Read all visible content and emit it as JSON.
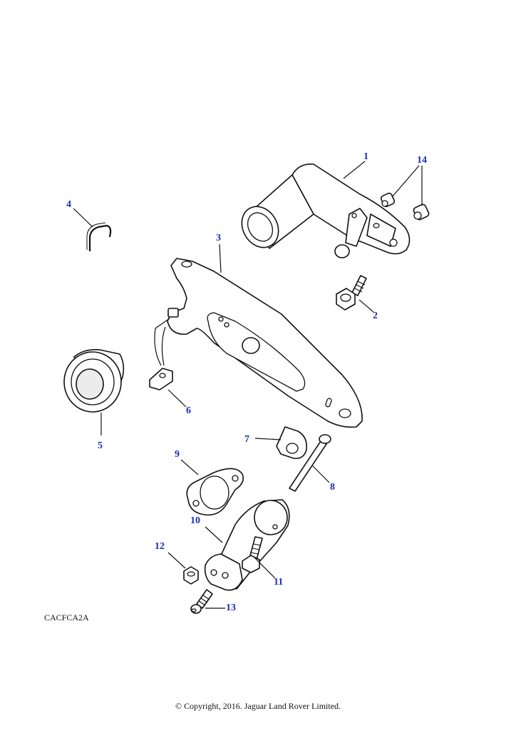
{
  "callouts": [
    {
      "id": "1",
      "label": "1"
    },
    {
      "id": "2",
      "label": "2"
    },
    {
      "id": "3",
      "label": "3"
    },
    {
      "id": "4",
      "label": "4"
    },
    {
      "id": "5",
      "label": "5"
    },
    {
      "id": "6",
      "label": "6"
    },
    {
      "id": "7",
      "label": "7"
    },
    {
      "id": "8",
      "label": "8"
    },
    {
      "id": "9",
      "label": "9"
    },
    {
      "id": "10",
      "label": "10"
    },
    {
      "id": "11",
      "label": "11"
    },
    {
      "id": "12",
      "label": "12"
    },
    {
      "id": "13",
      "label": "13"
    },
    {
      "id": "14",
      "label": "14"
    }
  ],
  "colors": {
    "callout": "#1a2fbf",
    "line": "#111111",
    "background": "#ffffff"
  },
  "diagram_code": "CACFCA2A",
  "copyright": "© Copyright, 2016. Jaguar Land Rover Limited."
}
